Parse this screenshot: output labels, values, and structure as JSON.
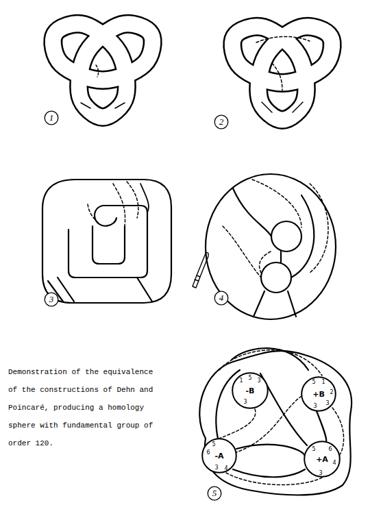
{
  "diagram": {
    "caption": "Demonstration of the equivalence of the constructions of Dehn and Poincaré, producing a homology sphere with fundamental group of order 120.",
    "nodes": [
      {
        "text": [
          "1"
        ]
      },
      {
        "text": [
          "2"
        ]
      },
      {
        "text": [
          "3"
        ]
      },
      {
        "text": [
          "4"
        ]
      },
      {
        "text": [
          "-B"
        ]
      },
      {
        "text": [
          "+B"
        ]
      },
      {
        "text": [
          "-A"
        ]
      },
      {
        "text": [
          "+A"
        ]
      },
      {
        "text": [
          "5"
        ]
      }
    ],
    "labels": [
      "1",
      "5",
      "3",
      "3",
      "5",
      "1",
      "2",
      "3",
      "3",
      "6",
      "5",
      "4",
      "3",
      "5",
      "6",
      "4",
      "3"
    ]
  }
}
